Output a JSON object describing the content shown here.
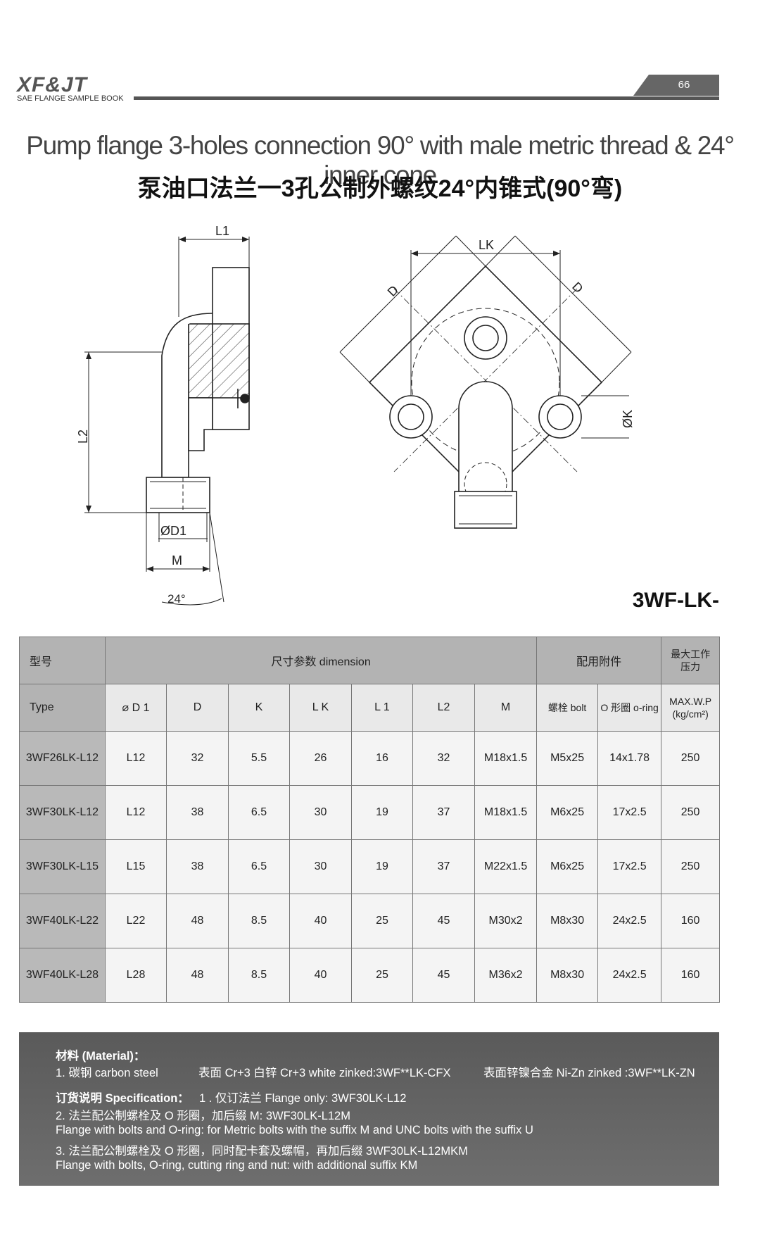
{
  "header": {
    "logo": "XF&JT",
    "logo_sub": "SAE FLANGE SAMPLE BOOK",
    "page_number": "66"
  },
  "title": {
    "en": "Pump flange 3-holes connection 90° with male metric thread & 24° inner cone",
    "cn": "泵油口法兰一3孔公制外螺纹24°内锥式(90°弯)"
  },
  "drawing": {
    "side_labels": {
      "l1": "L1",
      "l2": "L2",
      "d1": "ØD1",
      "m": "M",
      "angle": "24°"
    },
    "front_labels": {
      "lk": "LK",
      "d_left": "D",
      "d_right": "D",
      "k": "ØK"
    }
  },
  "series_code": "3WF-LK-",
  "table": {
    "h_model": "型号",
    "h_dimension": "尺寸参数 dimension",
    "h_accessories": "配用附件",
    "h_max_cn": "最大工作",
    "h_max_cn2": "压力",
    "col_type": "Type",
    "cols": [
      "⌀ D 1",
      "D",
      "K",
      "L K",
      "L 1",
      "L2",
      "M"
    ],
    "col_bolt": "螺栓 bolt",
    "col_oring": "O 形圈 o-ring",
    "col_wp": "MAX.W.P",
    "col_wp_unit": "(kg/cm²)",
    "rows": [
      {
        "type": "3WF26LK-L12",
        "d1": "L12",
        "d": "32",
        "k": "5.5",
        "lk": "26",
        "l1": "16",
        "l2": "32",
        "m": "M18x1.5",
        "bolt": "M5x25",
        "oring": "14x1.78",
        "wp": "250"
      },
      {
        "type": "3WF30LK-L12",
        "d1": "L12",
        "d": "38",
        "k": "6.5",
        "lk": "30",
        "l1": "19",
        "l2": "37",
        "m": "M18x1.5",
        "bolt": "M6x25",
        "oring": "17x2.5",
        "wp": "250"
      },
      {
        "type": "3WF30LK-L15",
        "d1": "L15",
        "d": "38",
        "k": "6.5",
        "lk": "30",
        "l1": "19",
        "l2": "37",
        "m": "M22x1.5",
        "bolt": "M6x25",
        "oring": "17x2.5",
        "wp": "250"
      },
      {
        "type": "3WF40LK-L22",
        "d1": "L22",
        "d": "48",
        "k": "8.5",
        "lk": "40",
        "l1": "25",
        "l2": "45",
        "m": "M30x2",
        "bolt": "M8x30",
        "oring": "24x2.5",
        "wp": "160"
      },
      {
        "type": "3WF40LK-L28",
        "d1": "L28",
        "d": "48",
        "k": "8.5",
        "lk": "40",
        "l1": "25",
        "l2": "45",
        "m": "M36x2",
        "bolt": "M8x30",
        "oring": "24x2.5",
        "wp": "160"
      }
    ]
  },
  "notes": {
    "material_title": "材料 (Material)：",
    "material_1": "1. 碳钢   carbon steel",
    "material_2": "表面 Cr+3 白锌   Cr+3 white zinked:3WF**LK-CFX",
    "material_3": "表面锌镍合金 Ni-Zn zinked :3WF**LK-ZN",
    "spec_title": "订货说明 Specification：",
    "spec_1": "1 . 仅订法兰 Flange only: 3WF30LK-L12",
    "spec_2": "2. 法兰配公制螺栓及 O 形圈，加后缀 M: 3WF30LK-L12M",
    "spec_2_en": "Flange with bolts and O-ring: for Metric bolts with the suffix M and UNC bolts with the suffix U",
    "spec_3": "3. 法兰配公制螺栓及 O 形圈，同时配卡套及螺帽，再加后缀 3WF30LK-L12MKM",
    "spec_3_en": "Flange with bolts, O-ring, cutting ring and nut: with additional suffix KM"
  }
}
